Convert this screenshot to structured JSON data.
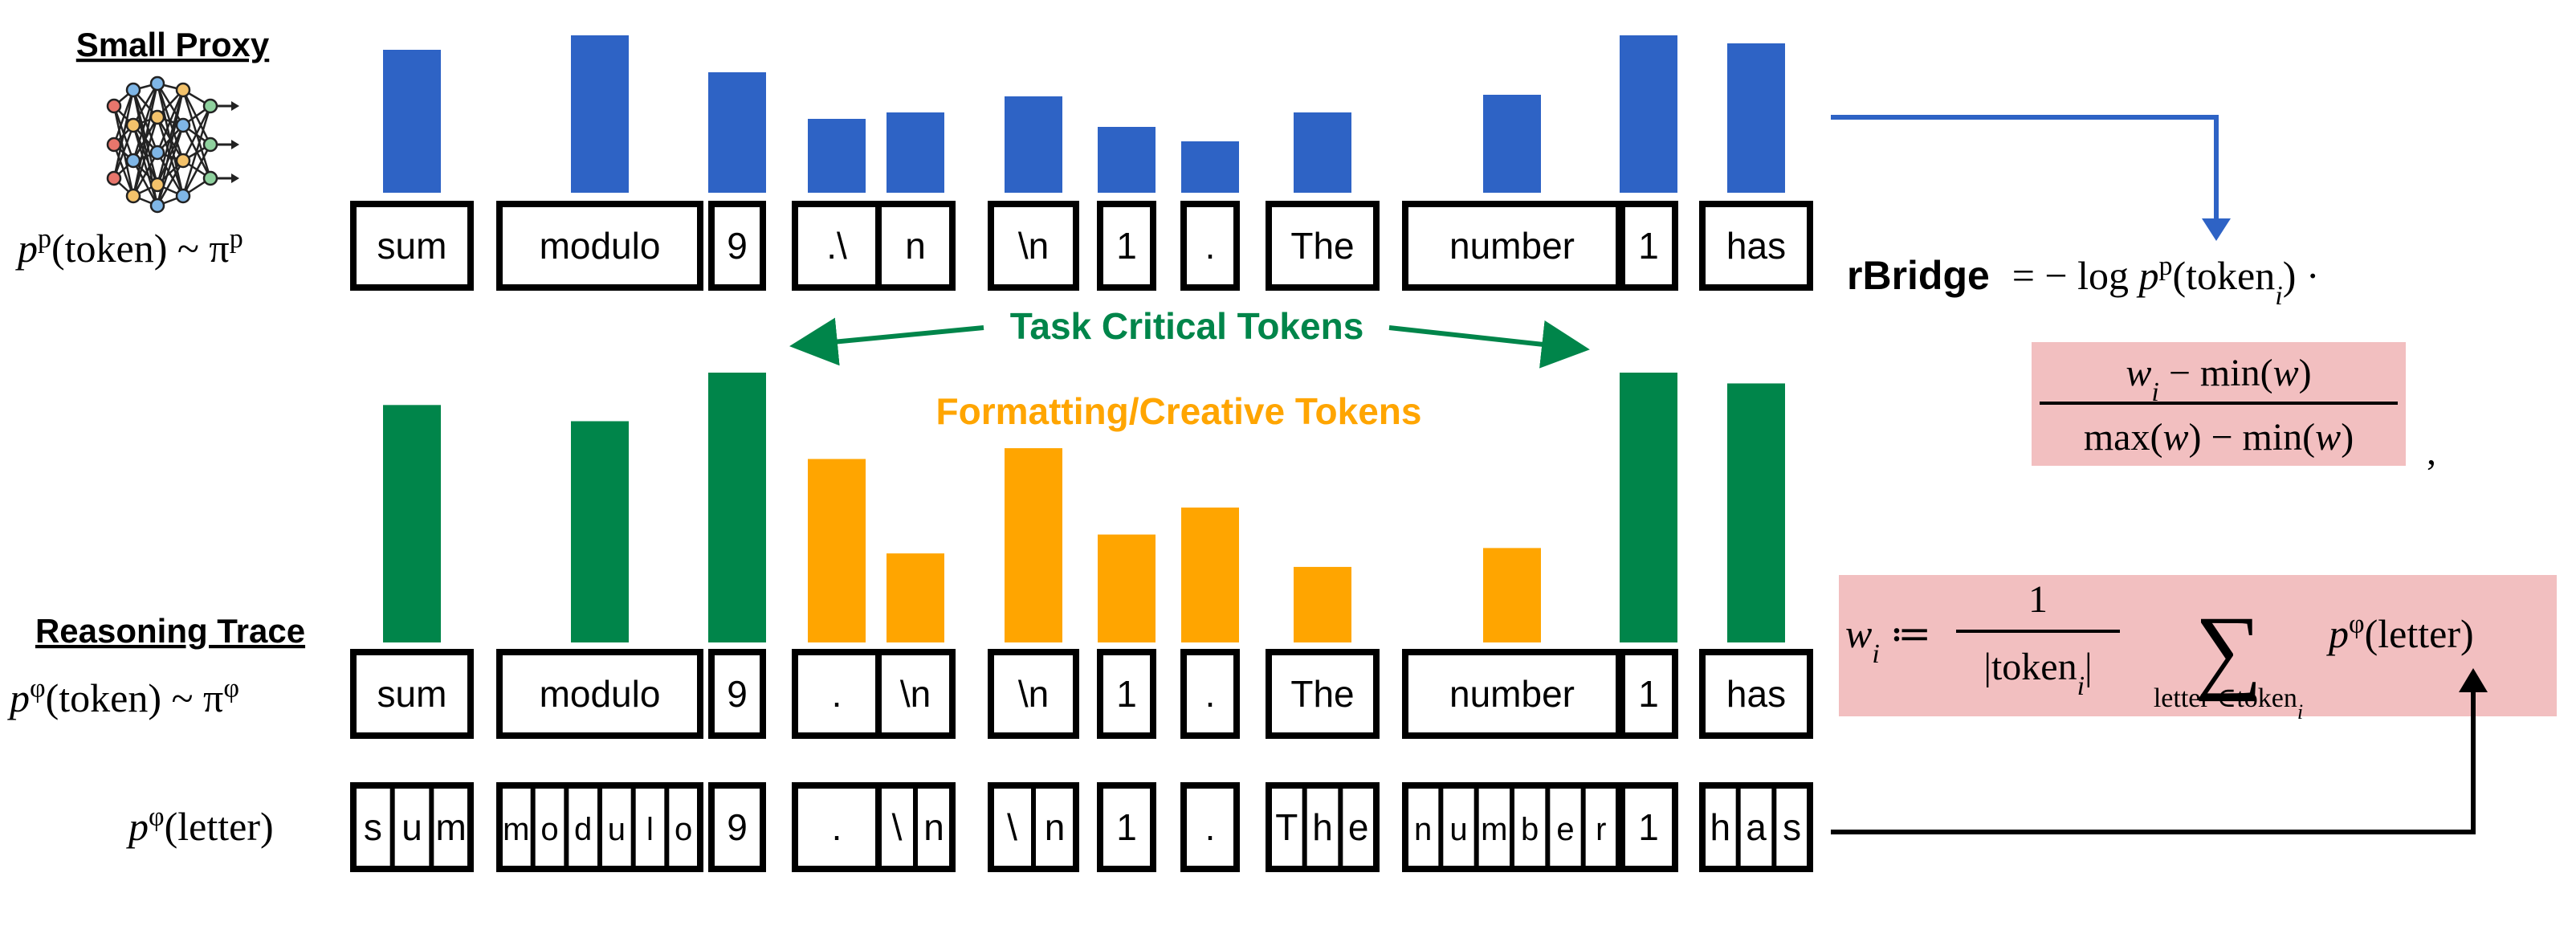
{
  "labels": {
    "small_proxy": "Small Proxy",
    "reasoning_trace": "Reasoning Trace",
    "task_critical": "Task Critical Tokens",
    "formatting_creative": "Formatting/Creative Tokens",
    "proxy_dist": "p^p(token) ~ π^p",
    "trace_dist": "p^φ(token) ~ π^φ",
    "letter_dist": "p^φ(letter)"
  },
  "formulas": {
    "rbridge_name": "rBridge",
    "rbridge_rhs": "= − log p^p(token_i) ·",
    "norm_numerator": "w_i − min(w)",
    "norm_denominator": "max(w) − min(w)",
    "norm_trailing": ",",
    "weight_lhs": "w_i ≔",
    "weight_frac_num": "1",
    "weight_frac_den": "|token_i|",
    "weight_sum_symbol": "∑",
    "weight_sum_sub": "letter ∈token_i",
    "weight_term": "p^φ(letter)"
  },
  "colors": {
    "blue": "#2E63C5",
    "green": "#00854A",
    "orange": "#FFA500",
    "pink": "#F2BFC0",
    "black": "#000000"
  },
  "tokens": {
    "proxy_row": [
      "sum",
      "modulo",
      "9",
      ".\\",
      "n",
      "\\n",
      "1",
      ".",
      "The",
      "number",
      "1",
      "has"
    ],
    "trace_row": [
      "sum",
      "modulo",
      "9",
      ".",
      "\\n",
      "\\n",
      "1",
      ".",
      "The",
      "number",
      "1",
      "has"
    ],
    "letter_row": [
      [
        "s",
        "u",
        "m"
      ],
      [
        "m",
        "o",
        "d",
        "u",
        "l",
        "o"
      ],
      [
        "9"
      ],
      [
        "."
      ],
      [
        "\\",
        "n"
      ],
      [
        "\\",
        "n"
      ],
      [
        "1"
      ],
      [
        "."
      ],
      [
        "T",
        "h",
        "e"
      ],
      [
        "n",
        "u",
        "m",
        "b",
        "e",
        "r"
      ],
      [
        "1"
      ],
      [
        "h",
        "a",
        "s"
      ]
    ]
  },
  "chart_data": {
    "type": "bar",
    "categories_proxy": [
      "sum",
      "modulo",
      "9",
      ".\\",
      "n",
      "\\n",
      "1",
      ".",
      "The",
      "number",
      "1",
      "has"
    ],
    "categories_trace": [
      "sum",
      "modulo",
      "9",
      ".",
      "\\n",
      "\\n",
      "1",
      ".",
      "The",
      "number",
      "1",
      "has"
    ],
    "series": [
      {
        "name": "Small Proxy",
        "values": [
          0.89,
          0.98,
          0.75,
          0.46,
          0.5,
          0.6,
          0.41,
          0.32,
          0.5,
          0.61,
          0.98,
          0.93
        ],
        "colors": [
          "blue",
          "blue",
          "blue",
          "blue",
          "blue",
          "blue",
          "blue",
          "blue",
          "blue",
          "blue",
          "blue",
          "blue"
        ]
      },
      {
        "name": "Reasoning Trace",
        "values": [
          0.88,
          0.82,
          1.0,
          0.68,
          0.33,
          0.72,
          0.4,
          0.5,
          0.28,
          0.35,
          1.0,
          0.96
        ],
        "colors": [
          "green",
          "green",
          "green",
          "orange",
          "orange",
          "orange",
          "orange",
          "orange",
          "orange",
          "orange",
          "green",
          "green"
        ]
      }
    ],
    "ylim": [
      0,
      1
    ]
  }
}
